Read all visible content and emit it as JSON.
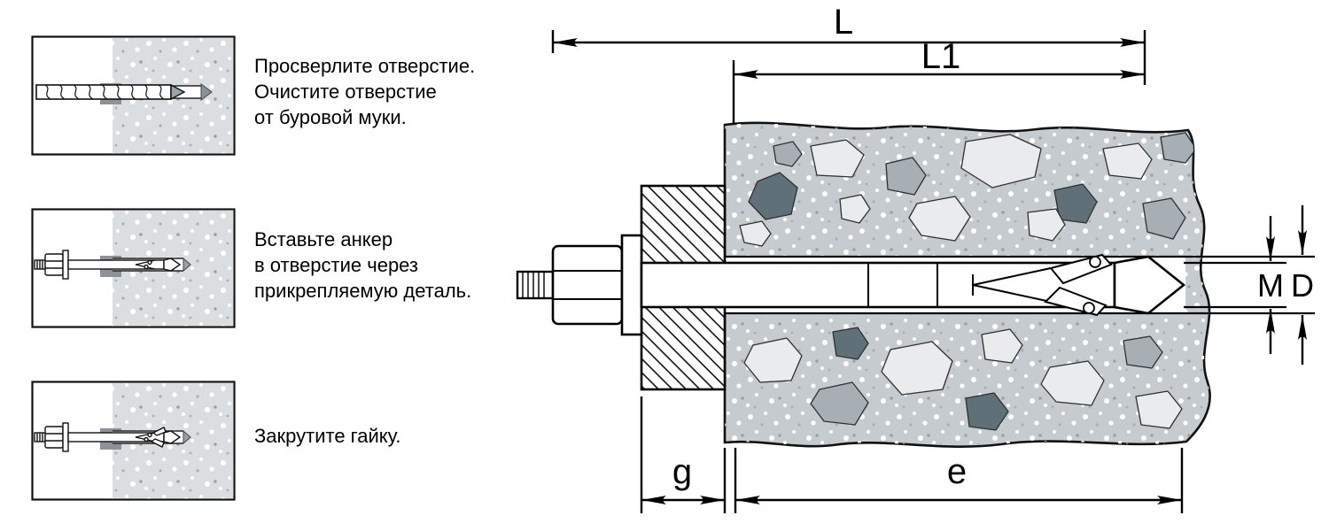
{
  "steps": [
    {
      "text": "Просверлите отверстие.\nОчистите отверстие\nот буровой муки.",
      "icon": "drill-in-hole-icon"
    },
    {
      "text": "Вставьте анкер\nв отверстие через\nприкрепляемую деталь.",
      "icon": "anchor-inserted-icon"
    },
    {
      "text": "Закрутите гайку.",
      "icon": "nut-tightened-icon"
    }
  ],
  "dimensions": {
    "L": "L",
    "L1": "L1",
    "M": "M",
    "D": "D",
    "g": "g",
    "e": "e"
  },
  "colors": {
    "concrete": "#c6cbcf",
    "concrete_light": "#dbdee1",
    "stone_light": "#e9ebed",
    "stone_mid": "#a7afb5",
    "stone_dark": "#5f7078",
    "hole_cap": "#8b9299",
    "line": "#000000",
    "background": "#ffffff"
  }
}
